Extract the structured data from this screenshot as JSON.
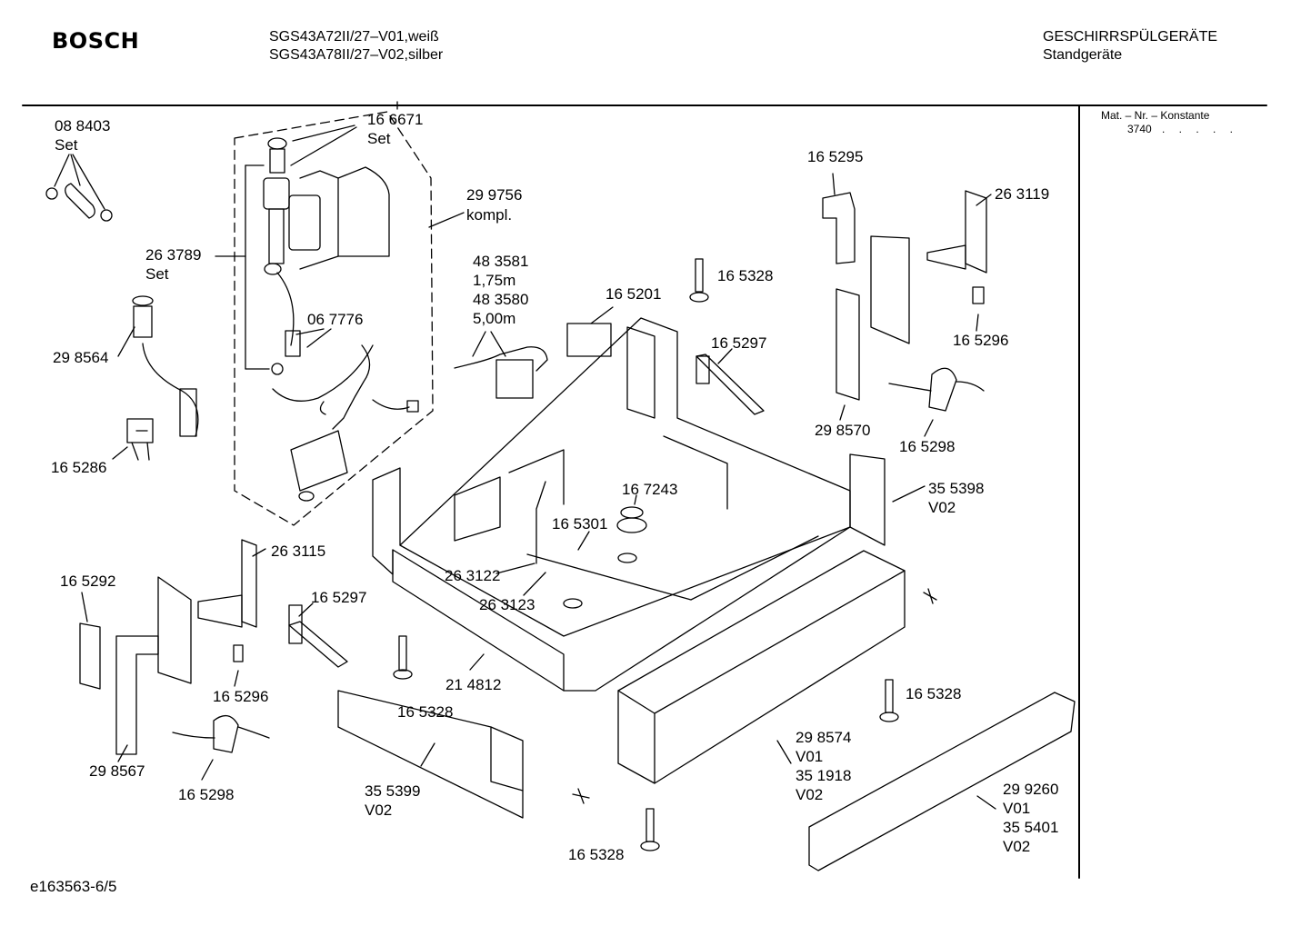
{
  "header": {
    "brand": "BOSCH",
    "model_line1": "SGS43A72II/27–V01,weiß",
    "model_line2": "SGS43A78II/27–V02,silber",
    "category_line1": "GESCHIRRSPÜLGERÄTE",
    "category_line2": "Standgeräte"
  },
  "sidebar": {
    "title": "Mat. – Nr. – Konstante",
    "value": "3740",
    "dots": ". . . . ."
  },
  "footer": {
    "doc_id": "e163563-6/5"
  },
  "labels": {
    "p088403": "08 8403",
    "p088403_set": "Set",
    "p166671": "16 6671",
    "p166671_set": "Set",
    "p299756": "29 9756",
    "p299756_kompl": "kompl.",
    "p263789": "26 3789",
    "p263789_set": "Set",
    "p067776": "06 7776",
    "p298564": "29 8564",
    "p165286": "16 5286",
    "p483581": "48 3581",
    "p483581_len": "1,75m",
    "p483580": "48 3580",
    "p483580_len": "5,00m",
    "p165201": "16 5201",
    "p165328_a": "16 5328",
    "p165297_a": "16 5297",
    "p165295": "16 5295",
    "p263119": "26 3119",
    "p165296_a": "16 5296",
    "p298570": "29 8570",
    "p165298_a": "16 5298",
    "p355398": "35 5398",
    "p355398_v": "V02",
    "p167243": "16 7243",
    "p165301": "16 5301",
    "p263122": "26 3122",
    "p263123": "26 3123",
    "p263115": "26 3115",
    "p165292": "16 5292",
    "p165297_b": "16 5297",
    "p165296_b": "16 5296",
    "p298567": "29 8567",
    "p165298_b": "16 5298",
    "p165328_b": "16 5328",
    "p214812": "21 4812",
    "p355399": "35 5399",
    "p355399_v": "V02",
    "p165328_c": "16 5328",
    "p298574": "29 8574",
    "p298574_v": "V01",
    "p351918": "35 1918",
    "p351918_v": "V02",
    "p165328_d": "16 5328",
    "p299260": "29 9260",
    "p299260_v": "V01",
    "p355401": "35 5401",
    "p355401_v": "V02"
  }
}
